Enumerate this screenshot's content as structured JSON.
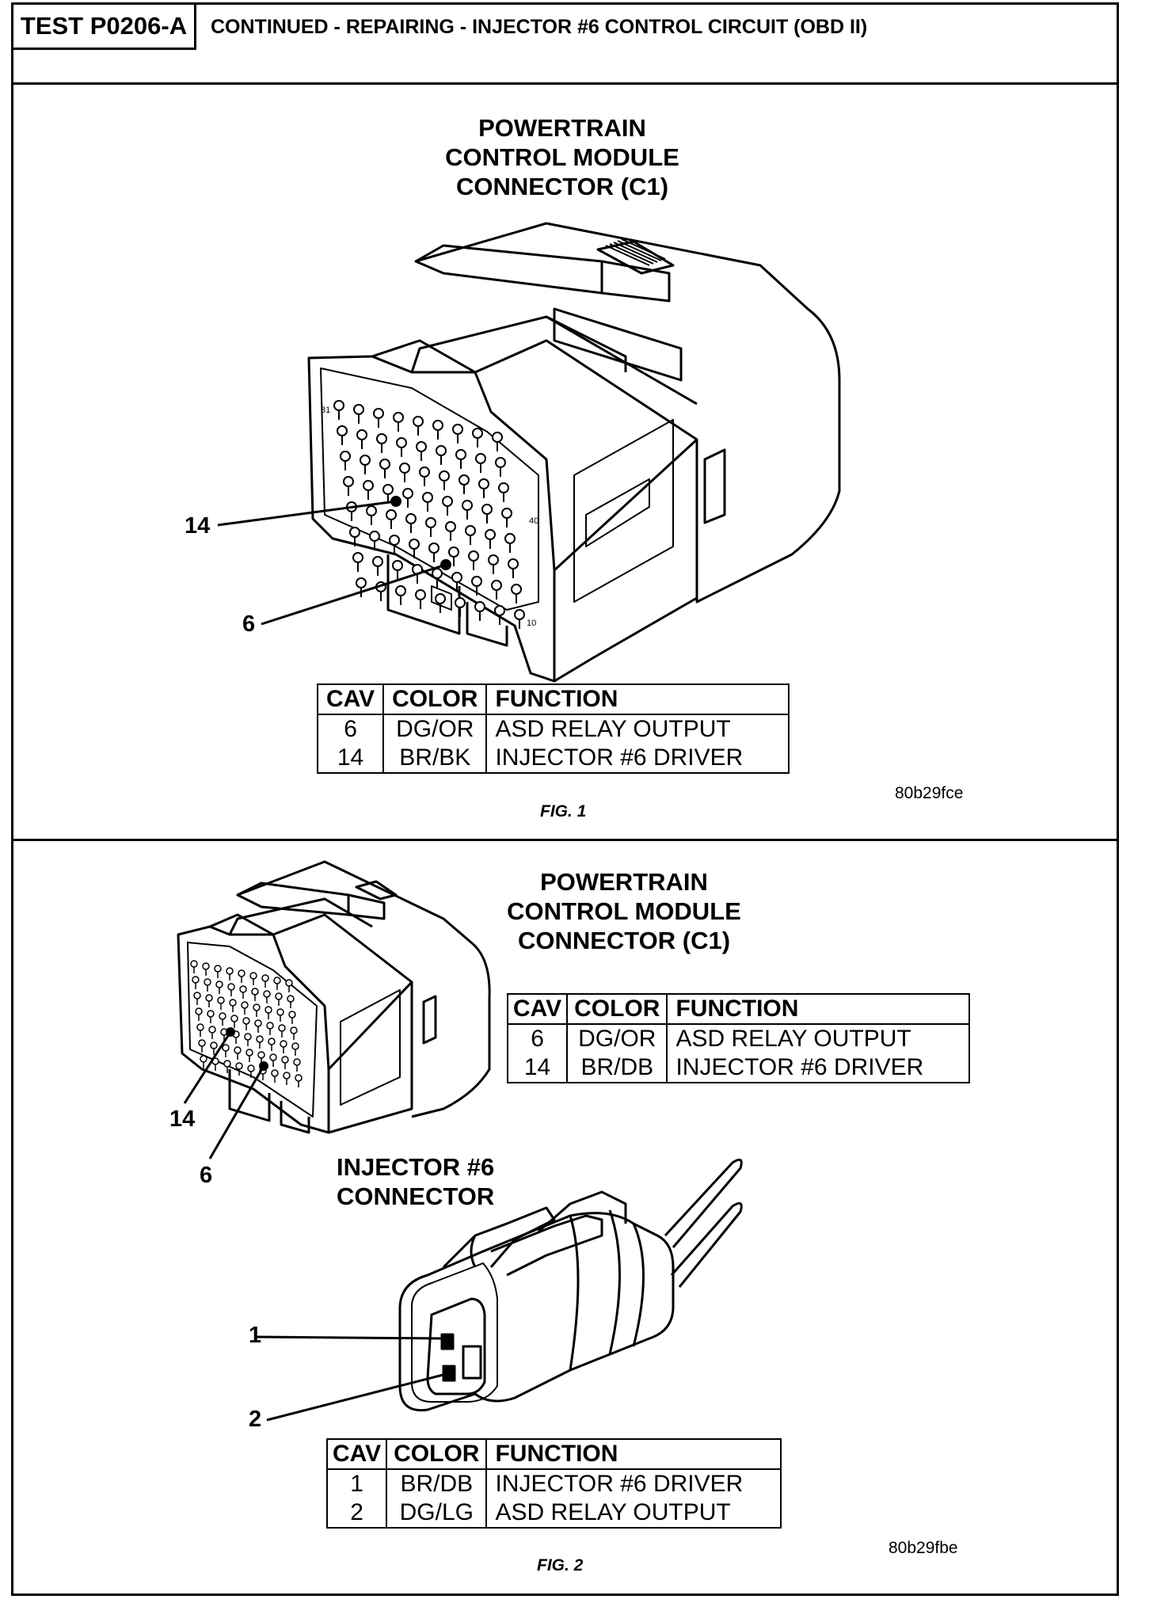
{
  "header": {
    "test_id": "TEST P0206-A",
    "description": "CONTINUED - REPAIRING - INJECTOR #6 CONTROL CIRCUIT (OBD II)"
  },
  "fig1": {
    "title_line1": "POWERTRAIN",
    "title_line2": "CONTROL MODULE",
    "title_line3": "CONNECTOR (C1)",
    "callout_14": "14",
    "callout_6": "6",
    "pin_31": "31",
    "pin_40": "40",
    "pin_10": "10",
    "table": {
      "headers": [
        "CAV",
        "COLOR",
        "FUNCTION"
      ],
      "rows": [
        [
          "6",
          "DG/OR",
          "ASD RELAY OUTPUT"
        ],
        [
          "14",
          "BR/BK",
          "INJECTOR #6 DRIVER"
        ]
      ]
    },
    "code": "80b29fce",
    "caption": "FIG. 1"
  },
  "fig2": {
    "title_line1": "POWERTRAIN",
    "title_line2": "CONTROL MODULE",
    "title_line3": "CONNECTOR (C1)",
    "callout_14": "14",
    "callout_6": "6",
    "pcm_table": {
      "headers": [
        "CAV",
        "COLOR",
        "FUNCTION"
      ],
      "rows": [
        [
          "6",
          "DG/OR",
          "ASD RELAY OUTPUT"
        ],
        [
          "14",
          "BR/DB",
          "INJECTOR #6 DRIVER"
        ]
      ]
    },
    "injector_title_line1": "INJECTOR #6",
    "injector_title_line2": "CONNECTOR",
    "callout_1": "1",
    "callout_2": "2",
    "injector_table": {
      "headers": [
        "CAV",
        "COLOR",
        "FUNCTION"
      ],
      "rows": [
        [
          "1",
          "BR/DB",
          "INJECTOR #6 DRIVER"
        ],
        [
          "2",
          "DG/LG",
          "ASD RELAY OUTPUT"
        ]
      ]
    },
    "code": "80b29fbe",
    "caption": "FIG. 2"
  }
}
